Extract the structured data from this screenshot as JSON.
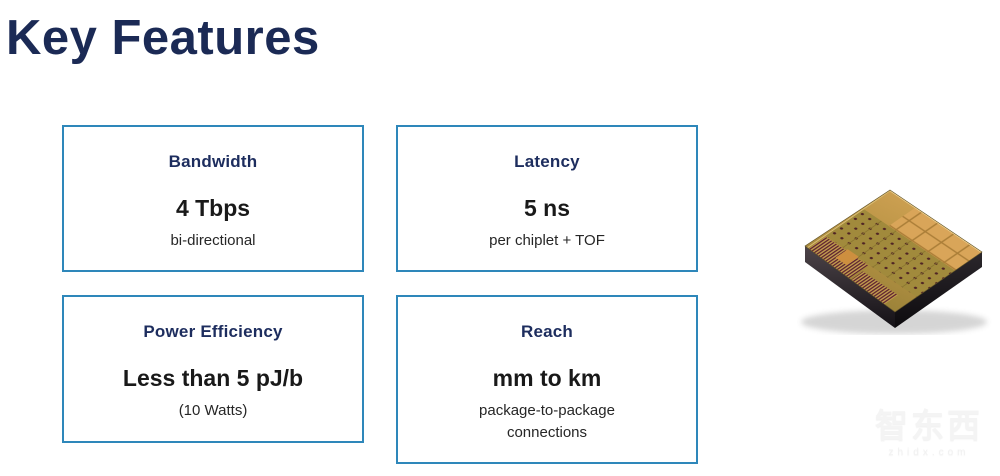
{
  "slide": {
    "title": "Key Features"
  },
  "colors": {
    "title_navy": "#1b2a55",
    "heading_navy": "#1d2d5e",
    "card_border_blue": "#2e87ba",
    "value_text": "#191919",
    "detail_text": "#262626"
  },
  "cards": [
    {
      "heading": "Bandwidth",
      "value": "4 Tbps",
      "detail": "bi-directional"
    },
    {
      "heading": "Latency",
      "value": "5 ns",
      "detail": "per chiplet + TOF"
    },
    {
      "heading": "Power Efficiency",
      "value": "Less than 5 pJ/b",
      "detail": "(10 Watts)"
    },
    {
      "heading": "Reach",
      "value": "mm to km",
      "detail": "package-to-package connections"
    }
  ],
  "chip_image": {
    "description": "gold chiplet die photo, isometric view"
  },
  "watermark": {
    "logo_text": "智东西",
    "domain": "zhidx.com"
  }
}
